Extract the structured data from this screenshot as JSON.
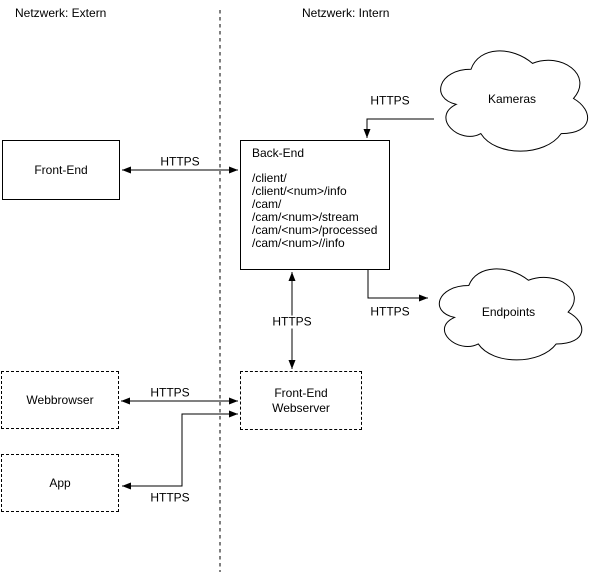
{
  "diagram": {
    "regions": {
      "extern": {
        "label": "Netzwerk: Extern"
      },
      "intern": {
        "label": "Netzwerk: Intern"
      }
    },
    "nodes": {
      "front_end": {
        "label": "Front-End"
      },
      "back_end": {
        "title": "Back-End",
        "endpoints": [
          "/client/",
          "/client/<num>/info",
          "/cam/",
          "/cam/<num>/stream",
          "/cam/<num>/processed",
          "/cam/<num>//info"
        ]
      },
      "webbrowser": {
        "label": "Webbrowser"
      },
      "app": {
        "label": "App"
      },
      "frontend_webserver": {
        "lines": [
          "Front-End",
          "Webserver"
        ]
      },
      "kameras": {
        "label": "Kameras"
      },
      "endpoints_cloud": {
        "label": "Endpoints"
      }
    },
    "edges": {
      "frontend_backend": {
        "label": "HTTPS"
      },
      "kameras_backend": {
        "label": "HTTPS"
      },
      "backend_webserver": {
        "label": "HTTPS"
      },
      "backend_endpoints": {
        "label": "HTTPS"
      },
      "webbrowser_webserver": {
        "label": "HTTPS"
      },
      "app_webserver": {
        "label": "HTTPS"
      }
    },
    "colors": {
      "stroke": "#000000",
      "background": "#ffffff",
      "text": "#000000"
    }
  }
}
